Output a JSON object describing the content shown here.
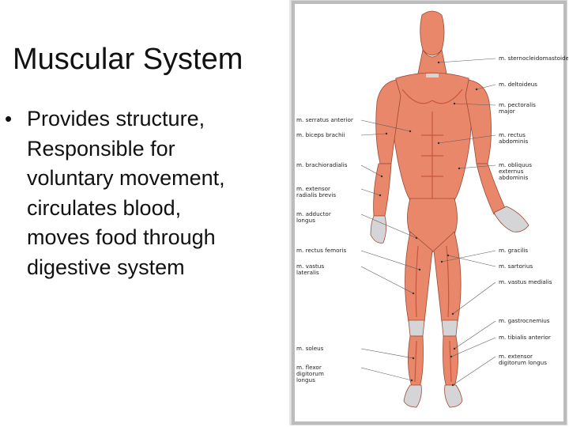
{
  "slide": {
    "title": "Muscular System",
    "bullets": [
      {
        "symbol": "•",
        "lines": [
          "Provides structure,",
          "Responsible for",
          "voluntary movement,",
          "circulates blood,",
          "moves food through",
          "digestive system"
        ]
      }
    ]
  },
  "figure": {
    "colors": {
      "muscle": "#e8876a",
      "muscle_dark": "#c8563c",
      "tendon": "#d5d5d8",
      "outline": "#9b4a35"
    },
    "labels_left": [
      {
        "lines": [
          "m. serratus anterior"
        ]
      },
      {
        "lines": [
          "m. biceps brachii"
        ]
      },
      {
        "lines": [
          "m. brachioradialis"
        ]
      },
      {
        "lines": [
          "m. extensor",
          "radialis brevis"
        ]
      },
      {
        "lines": [
          "m. adductor",
          "longus"
        ]
      },
      {
        "lines": [
          "m. rectus femoris"
        ]
      },
      {
        "lines": [
          "m. vastus",
          "lateralis"
        ]
      },
      {
        "lines": [
          "m. soleus"
        ]
      },
      {
        "lines": [
          "m. flexor",
          "digitorum",
          "longus"
        ]
      }
    ],
    "labels_right": [
      {
        "lines": [
          "m. sternocleidomastoideus"
        ]
      },
      {
        "lines": [
          "m. deltoideus"
        ]
      },
      {
        "lines": [
          "m. pectoralis",
          "major"
        ]
      },
      {
        "lines": [
          "m. rectus",
          "abdominis"
        ]
      },
      {
        "lines": [
          "m. obliquus",
          "externus",
          "abdominis"
        ]
      },
      {
        "lines": [
          "m. gracilis"
        ]
      },
      {
        "lines": [
          "m. sartorius"
        ]
      },
      {
        "lines": [
          "m. vastus medialis"
        ]
      },
      {
        "lines": [
          "m. gastrocnemius"
        ]
      },
      {
        "lines": [
          "m. tibialis anterior"
        ]
      },
      {
        "lines": [
          "m. extensor",
          "digitorum longus"
        ]
      }
    ]
  }
}
